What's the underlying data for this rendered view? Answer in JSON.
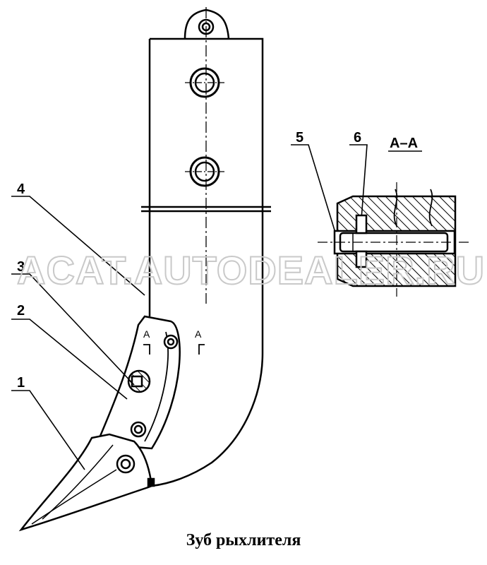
{
  "caption": "Зуб рыхлителя",
  "watermark": "ACAT.AUTODEALER.RU",
  "section_title": "A–A",
  "section_mark": "A",
  "callouts": [
    "1",
    "2",
    "3",
    "4",
    "5",
    "6"
  ]
}
